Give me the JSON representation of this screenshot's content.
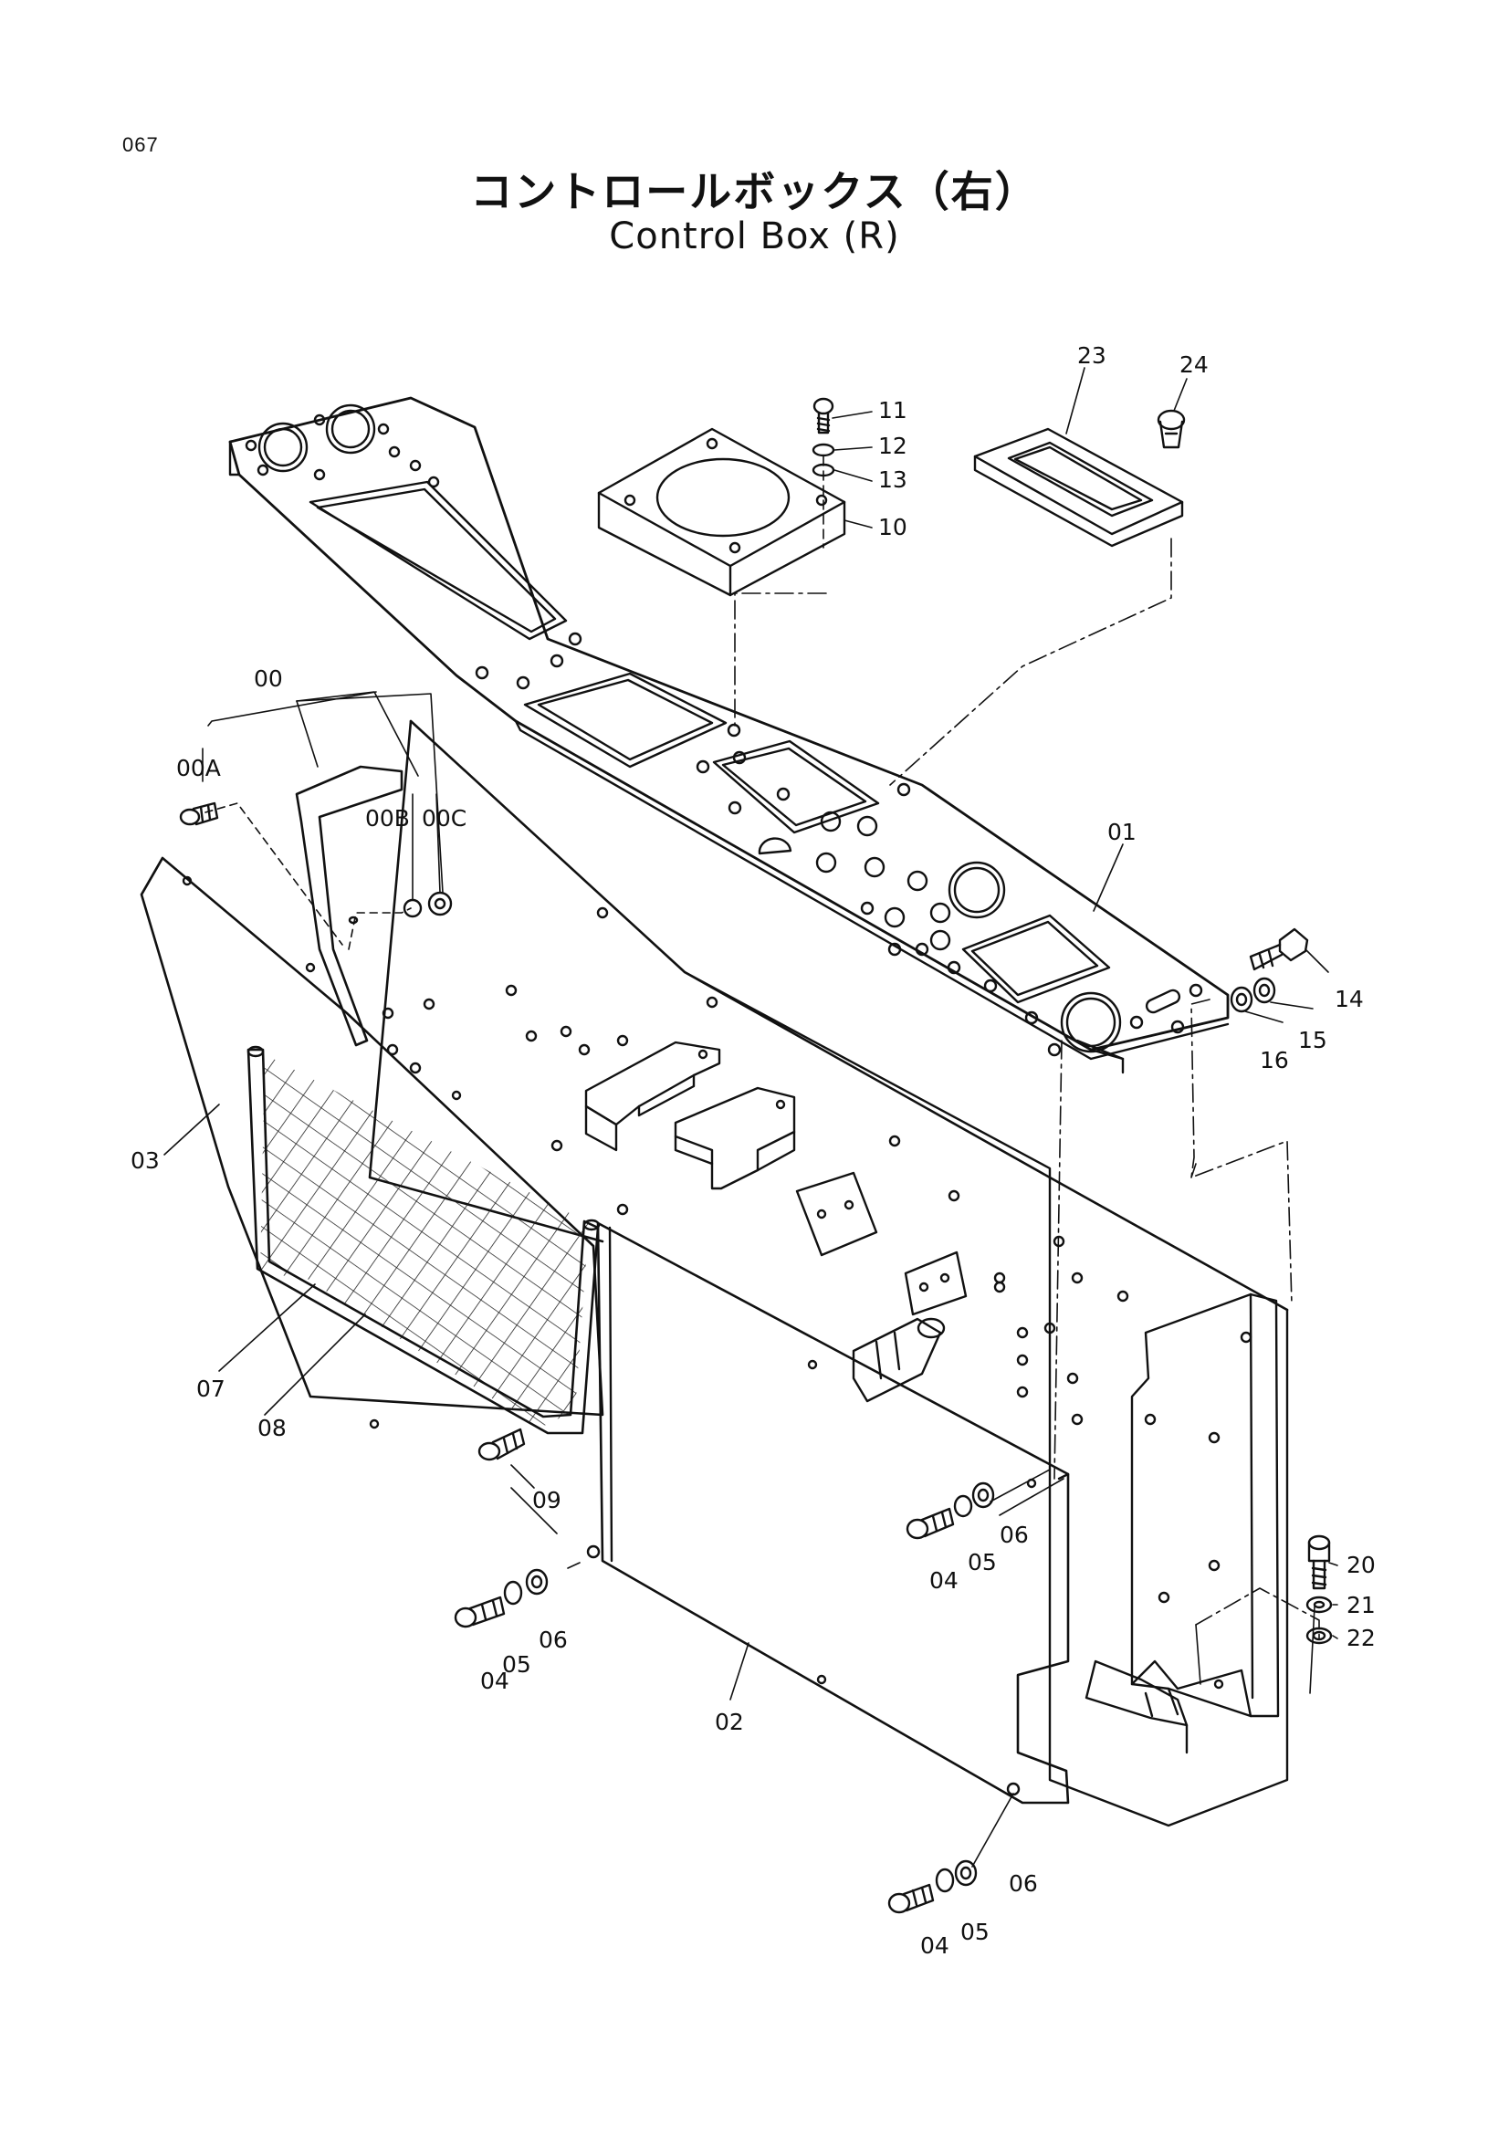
{
  "page": {
    "number": "067"
  },
  "title": {
    "japanese": "コントロールボックス（右）",
    "english": "Control Box (R)"
  },
  "parts": [
    {
      "id": "p00",
      "label": "00"
    },
    {
      "id": "p00a",
      "label": "00A"
    },
    {
      "id": "p00b",
      "label": "00B"
    },
    {
      "id": "p00c",
      "label": "00C"
    },
    {
      "id": "p01",
      "label": "01"
    },
    {
      "id": "p02",
      "label": "02"
    },
    {
      "id": "p03",
      "label": "03"
    },
    {
      "id": "p04a",
      "label": "04"
    },
    {
      "id": "p05a",
      "label": "05"
    },
    {
      "id": "p06a",
      "label": "06"
    },
    {
      "id": "p04b",
      "label": "04"
    },
    {
      "id": "p05b",
      "label": "05"
    },
    {
      "id": "p06b",
      "label": "06"
    },
    {
      "id": "p04c",
      "label": "04"
    },
    {
      "id": "p05c",
      "label": "05"
    },
    {
      "id": "p06c",
      "label": "06"
    },
    {
      "id": "p07",
      "label": "07"
    },
    {
      "id": "p08",
      "label": "08"
    },
    {
      "id": "p09",
      "label": "09"
    },
    {
      "id": "p10",
      "label": "10"
    },
    {
      "id": "p11",
      "label": "11"
    },
    {
      "id": "p12",
      "label": "12"
    },
    {
      "id": "p13",
      "label": "13"
    },
    {
      "id": "p14",
      "label": "14"
    },
    {
      "id": "p15",
      "label": "15"
    },
    {
      "id": "p16",
      "label": "16"
    },
    {
      "id": "p20",
      "label": "20"
    },
    {
      "id": "p21",
      "label": "21"
    },
    {
      "id": "p22",
      "label": "22"
    },
    {
      "id": "p23",
      "label": "23"
    },
    {
      "id": "p24",
      "label": "24"
    }
  ]
}
